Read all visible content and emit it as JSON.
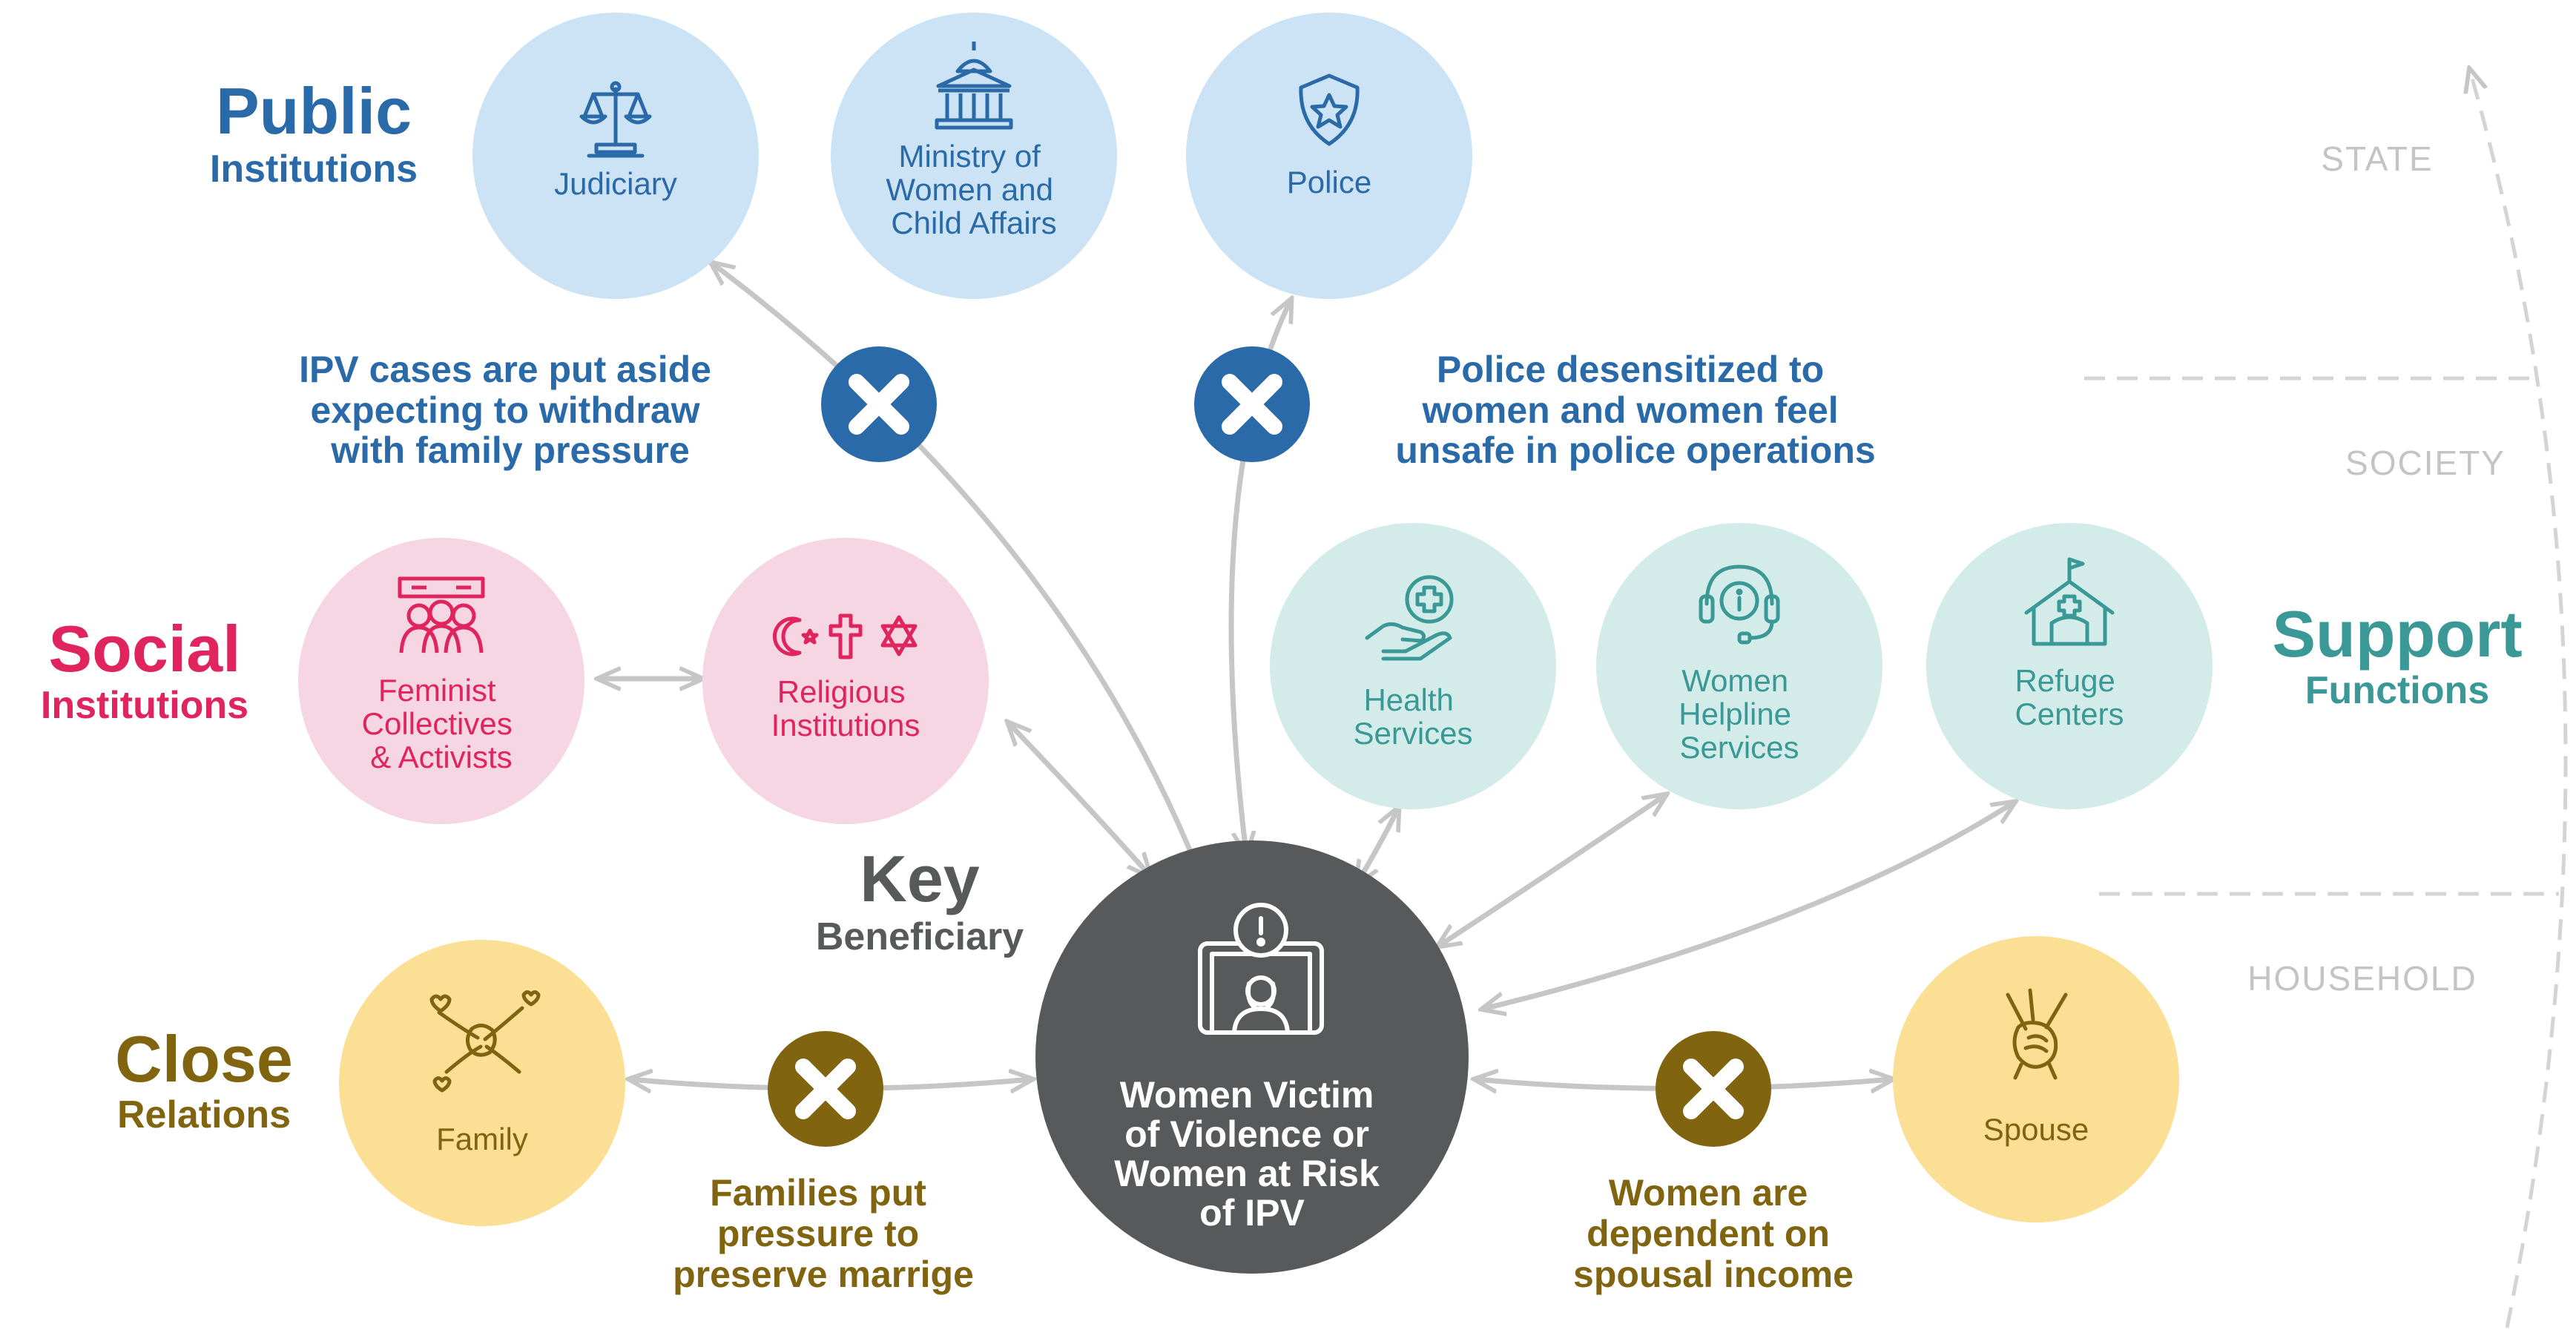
{
  "colors": {
    "public": "#2a6aa8",
    "public_fill": "#cbe3f4",
    "social": "#e0245e",
    "social_fill": "#f6d6e3",
    "support": "#3a9996",
    "support_fill": "#d3ecea",
    "close": "#806410",
    "close_fill": "#fbdf95",
    "center_fill": "#58595b",
    "arrow": "#c6c6c6",
    "level_text": "#c4c4c4"
  },
  "categories": {
    "public": {
      "title": "Public",
      "subtitle": "Institutions"
    },
    "social": {
      "title": "Social",
      "subtitle": "Institutions"
    },
    "support": {
      "title": "Support",
      "subtitle": "Functions"
    },
    "close": {
      "title": "Close",
      "subtitle": "Relations"
    },
    "key": {
      "title": "Key",
      "subtitle": "Beneficiary"
    }
  },
  "nodes": {
    "judiciary": {
      "lines": [
        "Judiciary"
      ],
      "icon": "scales-of-justice-icon"
    },
    "ministry": {
      "lines": [
        "Ministry of",
        "Women and",
        "Child Affairs"
      ],
      "icon": "government-building-icon"
    },
    "police": {
      "lines": [
        "Police"
      ],
      "icon": "police-badge-icon"
    },
    "feminist": {
      "lines": [
        "Feminist",
        "Collectives",
        "& Activists"
      ],
      "icon": "protest-group-icon"
    },
    "religious": {
      "lines": [
        "Religious",
        "Institutions"
      ],
      "icon": "religious-symbols-icon"
    },
    "health": {
      "lines": [
        "Health",
        "Services"
      ],
      "icon": "medical-care-icon"
    },
    "helpline": {
      "lines": [
        "Women",
        "Helpline",
        "Services"
      ],
      "icon": "headset-info-icon"
    },
    "refuge": {
      "lines": [
        "Refuge",
        "Centers"
      ],
      "icon": "shelter-tent-icon"
    },
    "family": {
      "lines": [
        "Family"
      ],
      "icon": "joined-hands-icon"
    },
    "spouse": {
      "lines": [
        "Spouse"
      ],
      "icon": "holding-hands-icon"
    },
    "center": {
      "lines": [
        "Women Victim",
        "of Violence or",
        "Women at Risk",
        "of IPV"
      ],
      "icon": "woman-alert-icon"
    }
  },
  "notes": {
    "judiciary": [
      "IPV cases are put aside",
      "expecting to withdraw",
      "with family pressure"
    ],
    "police": [
      "Police desensitized to",
      "women and women feel",
      "unsafe in police operations"
    ],
    "family": [
      "Families put",
      "pressure to",
      "preserve marrige"
    ],
    "spouse": [
      "Women are",
      "dependent on",
      "spousal income"
    ]
  },
  "levels": {
    "state": "STATE",
    "society": "SOCIETY",
    "household": "HOUSEHOLD"
  }
}
